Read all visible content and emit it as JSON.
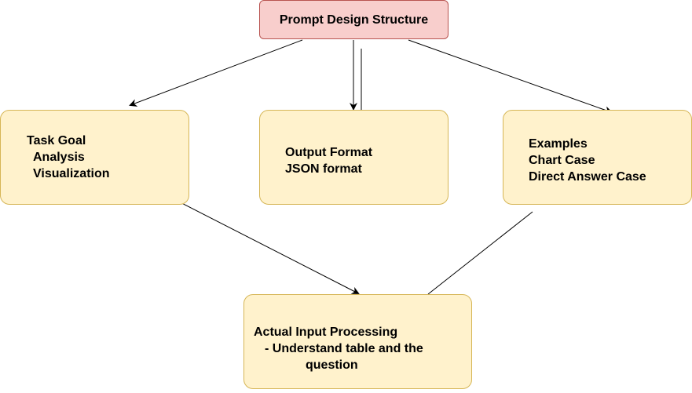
{
  "colors": {
    "title_fill": "#f8cecc",
    "title_stroke": "#b85450",
    "box_fill": "#fff2cc",
    "box_stroke": "#d6b656",
    "edge": "#000000"
  },
  "nodes": {
    "title": {
      "text": "Prompt Design Structure"
    },
    "task_goal": {
      "lines": [
        "Task Goal",
        "Analysis",
        "Visualization"
      ]
    },
    "output_format": {
      "lines": [
        "Output Format",
        "JSON format"
      ]
    },
    "examples": {
      "lines": [
        "Examples",
        "Chart Case",
        "Direct Answer Case"
      ]
    },
    "actual_input": {
      "lines": [
        "Actual Input Processing",
        "-  Understand table and the",
        "question"
      ]
    }
  }
}
